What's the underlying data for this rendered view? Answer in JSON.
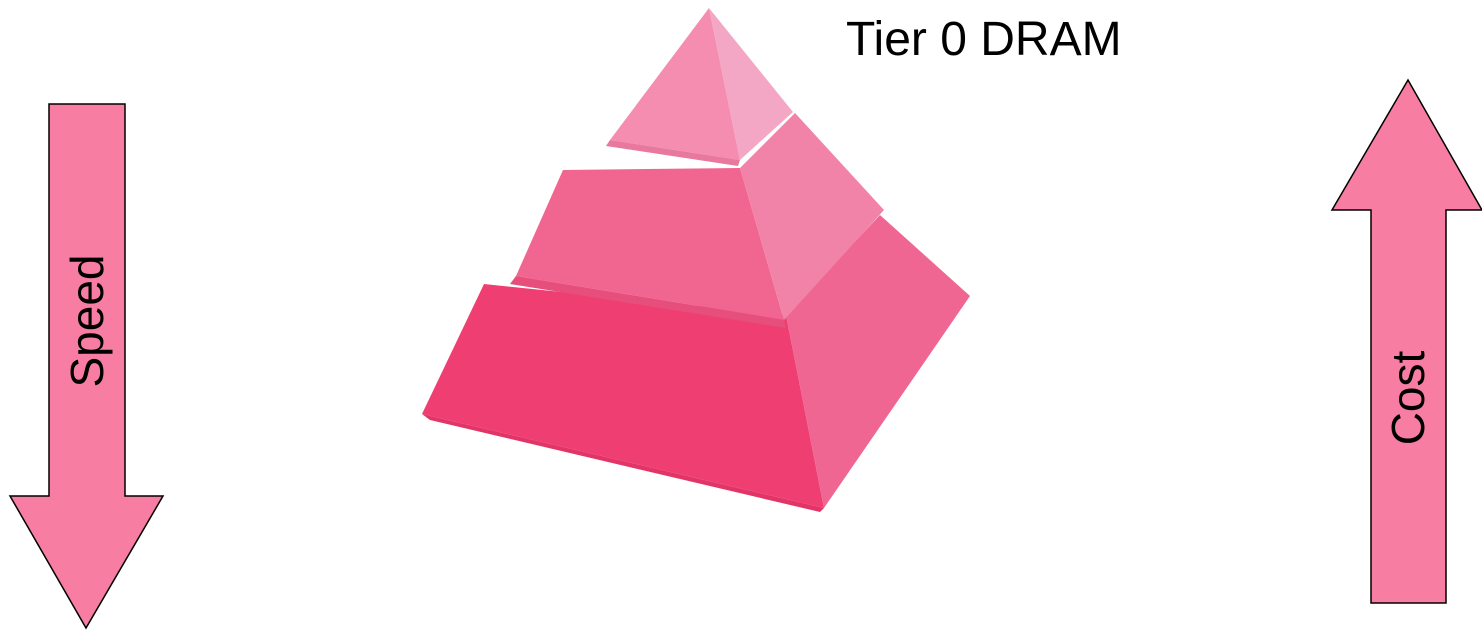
{
  "labels": {
    "tier_top": "Tier 0 DRAM",
    "left_arrow": "Speed",
    "right_arrow": "Cost"
  },
  "colors": {
    "arrow_fill": "#f77da3",
    "arrow_stroke": "#000000",
    "pyramid_top_front": "#f48db0",
    "pyramid_top_side": "#f4a7c4",
    "pyramid_mid_front": "#f16690",
    "pyramid_mid_side": "#f283a8",
    "pyramid_bottom_front": "#ef3f72",
    "pyramid_bottom_side": "#f06692"
  }
}
